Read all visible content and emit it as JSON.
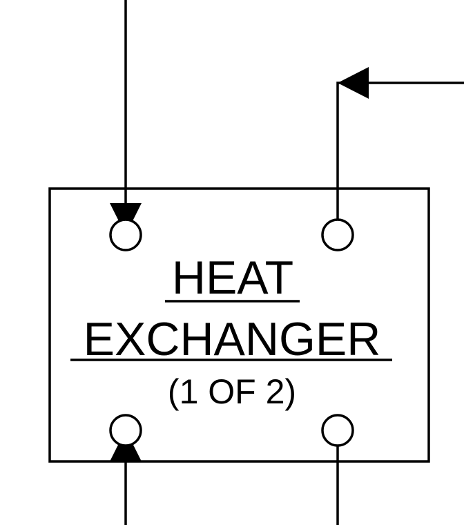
{
  "equipment": {
    "title_line1": "HEAT",
    "title_line2": "EXCHANGER",
    "subtitle": "(1 OF 2)"
  },
  "colors": {
    "line": "#000000",
    "background": "#ffffff"
  }
}
